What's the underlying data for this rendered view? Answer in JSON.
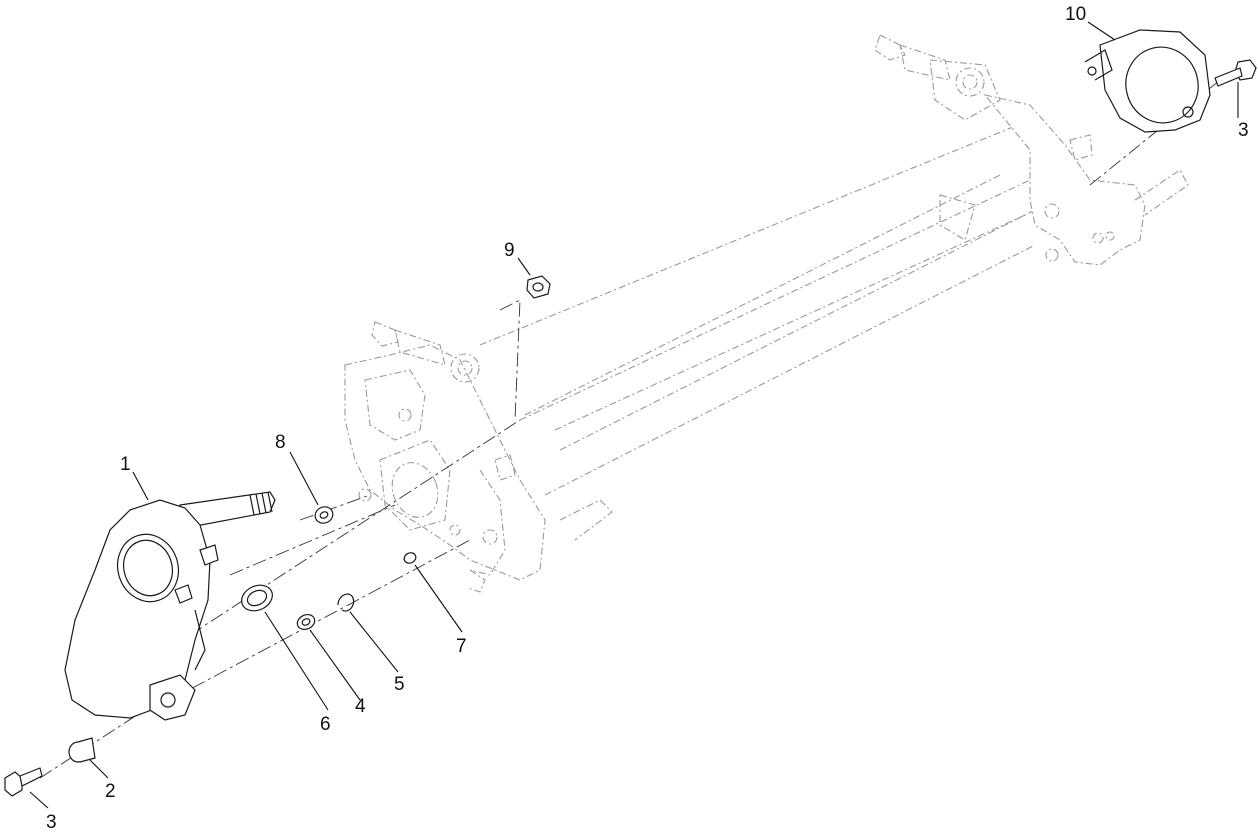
{
  "callouts": [
    {
      "id": "c1",
      "label": "1"
    },
    {
      "id": "c2",
      "label": "2"
    },
    {
      "id": "c3a",
      "label": "3"
    },
    {
      "id": "c3b",
      "label": "3"
    },
    {
      "id": "c4",
      "label": "4"
    },
    {
      "id": "c5",
      "label": "5"
    },
    {
      "id": "c6",
      "label": "6"
    },
    {
      "id": "c7",
      "label": "7"
    },
    {
      "id": "c8",
      "label": "8"
    },
    {
      "id": "c9",
      "label": "9"
    },
    {
      "id": "c10",
      "label": "10"
    }
  ],
  "colors": {
    "ink": "#1a1a1a",
    "ghost": "#9a9a9a",
    "background": "#ffffff"
  }
}
